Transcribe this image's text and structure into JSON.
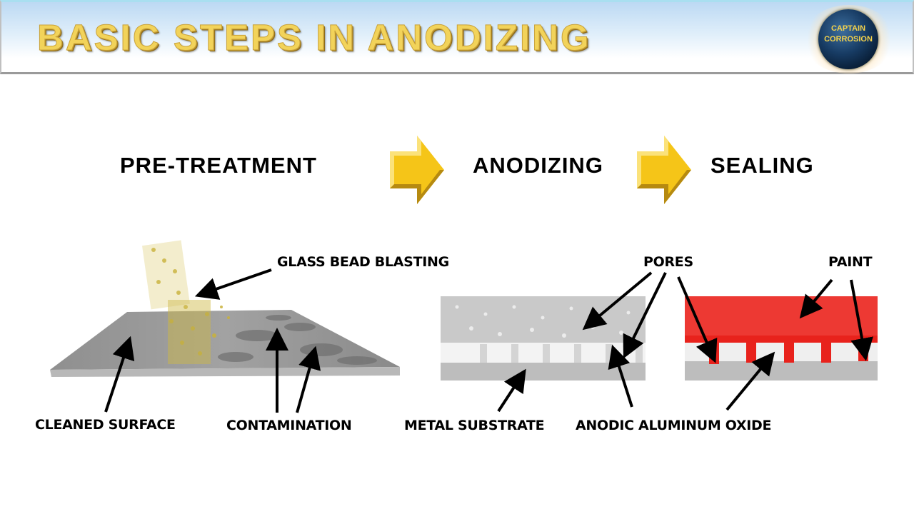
{
  "header": {
    "title": "BASIC STEPS IN ANODIZING",
    "logo": {
      "line1": "CAPTAIN",
      "line2": "CORROSION",
      "icon": "globe-icon"
    }
  },
  "process": {
    "steps": [
      {
        "label": "PRE-TREATMENT"
      },
      {
        "label": "ANODIZING"
      },
      {
        "label": "SEALING"
      }
    ],
    "arrow_icon": "right-arrow-icon",
    "arrow_color": "#f5c518"
  },
  "pretreatment_figure": {
    "labels": {
      "blasting": "GLASS BEAD BLASTING",
      "cleaned": "CLEANED SURFACE",
      "contamination": "CONTAMINATION"
    },
    "plate_color": "#9a9a9a",
    "bead_color": "#c9b23a"
  },
  "anodizing_figure": {
    "labels": {
      "pores": "PORES",
      "substrate": "METAL SUBSTRATE",
      "oxide": "ANODIC ALUMINUM OXIDE"
    }
  },
  "sealing_figure": {
    "labels": {
      "paint": "PAINT"
    },
    "paint_color": "#e8221c"
  }
}
